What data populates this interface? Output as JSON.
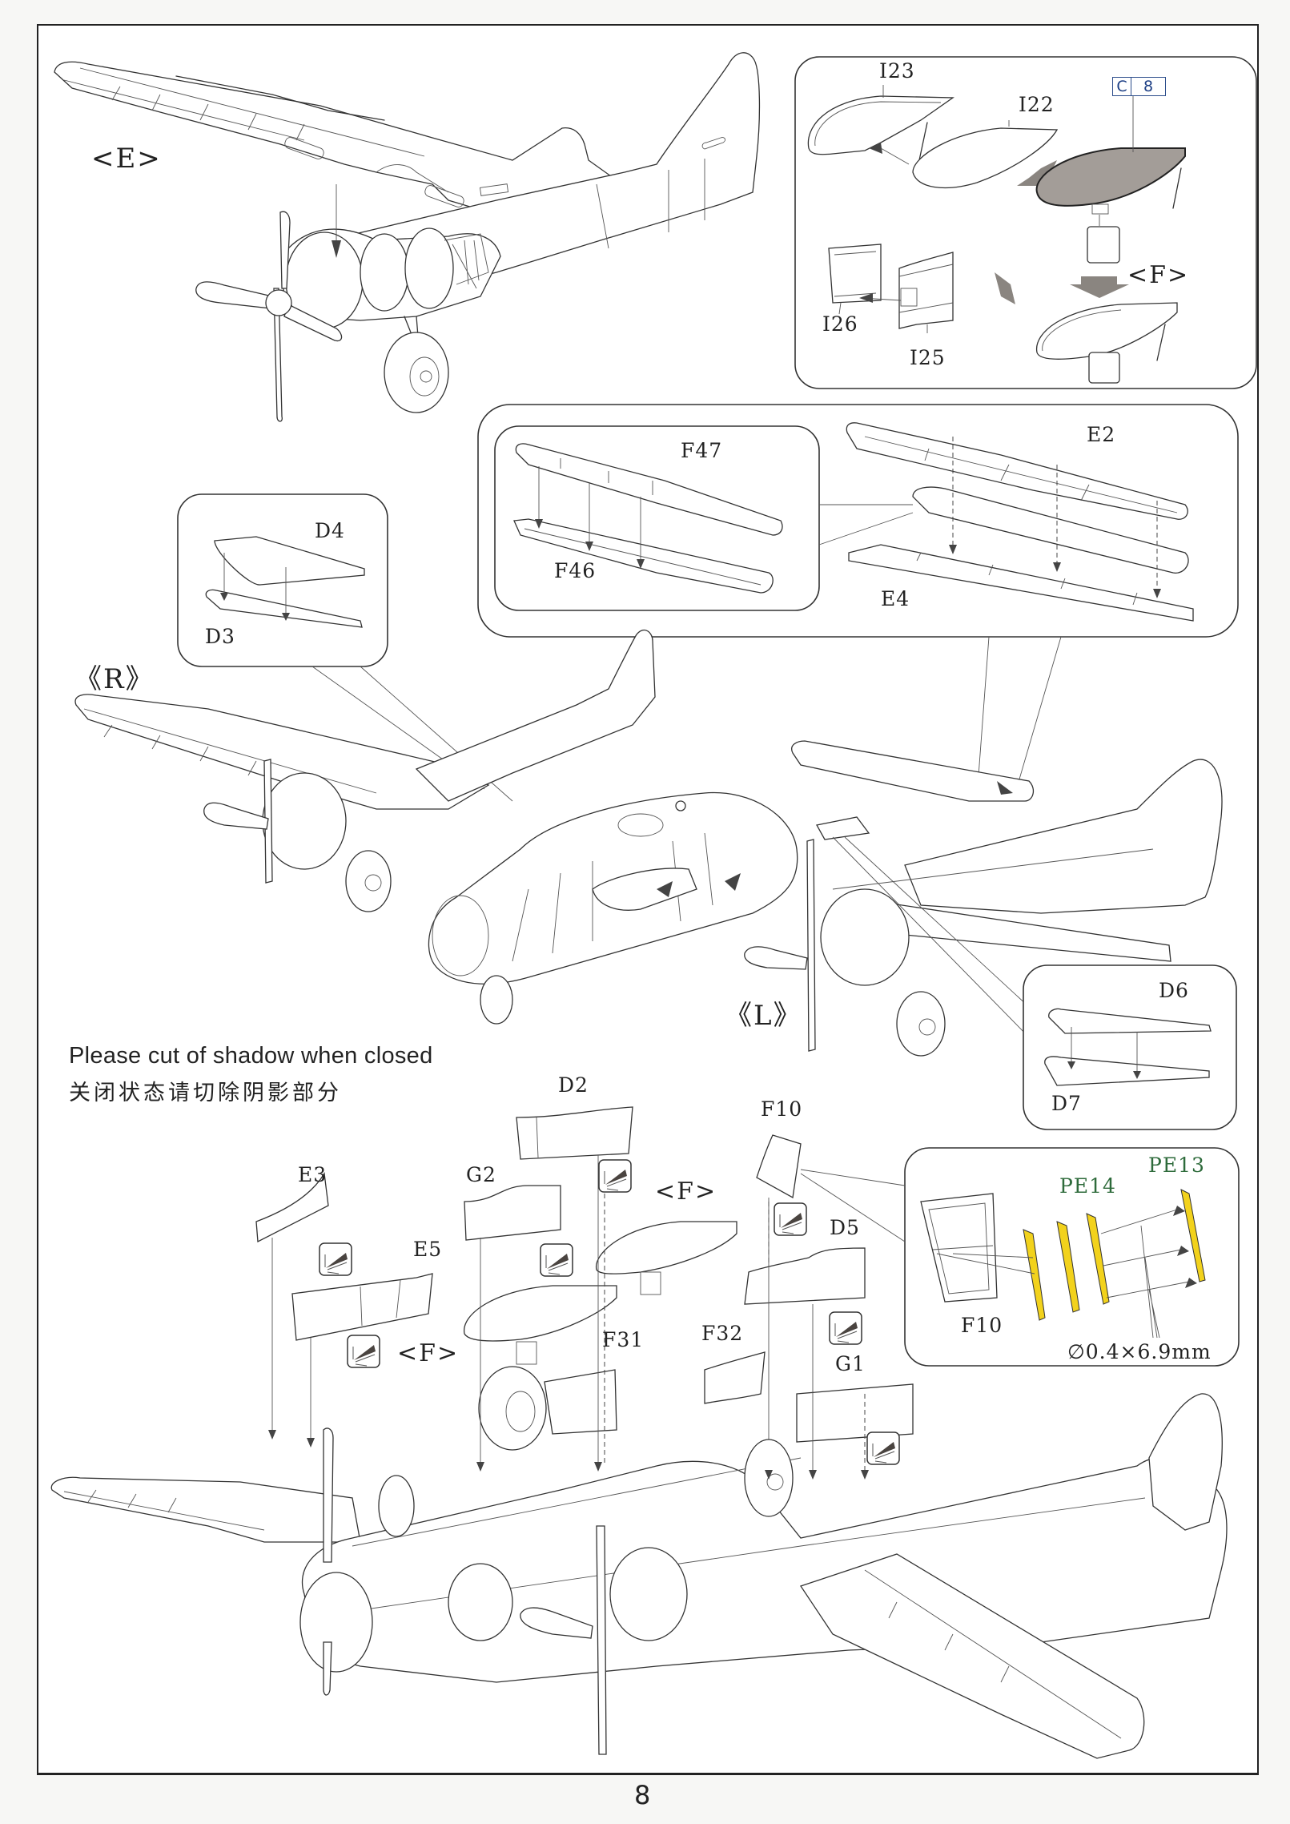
{
  "page": {
    "number": "8",
    "note_en": "Please cut of shadow when closed",
    "note_zh": "关闭状态请切除阴影部分"
  },
  "top_section": {
    "assembly_label": "<E>",
    "inset_canopy": {
      "parts": [
        "I23",
        "I22",
        "I26",
        "I25"
      ],
      "labels": {
        "i23": "I23",
        "i22": "I22",
        "i26": "I26",
        "i25": "I25",
        "result": "<F>"
      },
      "color_code": {
        "letter": "C",
        "number": "8"
      }
    }
  },
  "middle_section": {
    "side_right": "《R》",
    "side_left": "《L》",
    "inset_flaps": {
      "labels": {
        "f47": "F47",
        "f46": "F46",
        "e2": "E2",
        "e4": "E4"
      }
    },
    "inset_right_flap": {
      "labels": {
        "d4": "D4",
        "d3": "D3"
      }
    },
    "inset_left_flap": {
      "labels": {
        "d6": "D6",
        "d7": "D7"
      }
    }
  },
  "bottom_section": {
    "labels": {
      "d2": "D2",
      "e3": "E3",
      "g2": "G2",
      "e5": "E5",
      "f_upper": "<F>",
      "f_lower": "<F>",
      "f10": "F10",
      "d5": "D5",
      "f31": "F31",
      "f32": "F32",
      "g1": "G1"
    },
    "icons": [
      "cut-shadow-icon",
      "cut-shadow-icon",
      "cut-shadow-icon",
      "cut-shadow-icon",
      "cut-shadow-icon",
      "cut-shadow-icon",
      "cut-shadow-icon"
    ],
    "inset_pe": {
      "labels": {
        "f10": "F10",
        "pe14": "PE14",
        "pe13": "PE13",
        "rod": "∅0.4×6.9mm"
      },
      "pe_color": "#f2d21c",
      "pe_label_color": "#2e6b3b"
    }
  }
}
